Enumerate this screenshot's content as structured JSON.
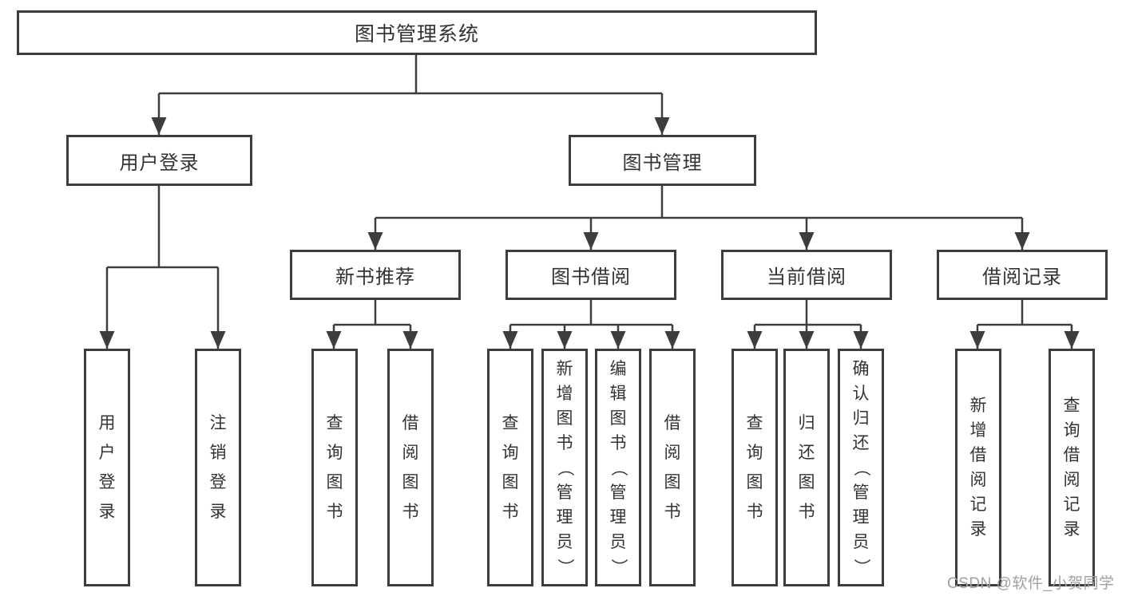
{
  "tree": {
    "label": "图书管理系统",
    "children": [
      {
        "label": "用户登录",
        "children": [
          {
            "label": "用户登录"
          },
          {
            "label": "注销登录"
          }
        ]
      },
      {
        "label": "图书管理",
        "children": [
          {
            "label": "新书推荐",
            "children": [
              {
                "label": "查询图书"
              },
              {
                "label": "借阅图书"
              }
            ]
          },
          {
            "label": "图书借阅",
            "children": [
              {
                "label": "查询图书"
              },
              {
                "label": "新增图书（管理员）"
              },
              {
                "label": "编辑图书（管理员）"
              },
              {
                "label": "借阅图书"
              }
            ]
          },
          {
            "label": "当前借阅",
            "children": [
              {
                "label": "查询图书"
              },
              {
                "label": "归还图书"
              },
              {
                "label": "确认归还（管理员）"
              }
            ]
          },
          {
            "label": "借阅记录",
            "children": [
              {
                "label": "新增借阅记录"
              },
              {
                "label": "查询借阅记录"
              }
            ]
          }
        ]
      }
    ]
  },
  "watermark": {
    "text": "CSDN @软件_小贺同学"
  },
  "colors": {
    "line": "#3d3d3d",
    "box_border": "#3d3d3d",
    "text": "#333333",
    "watermark": "#9ba1a6",
    "background": "#ffffff"
  }
}
